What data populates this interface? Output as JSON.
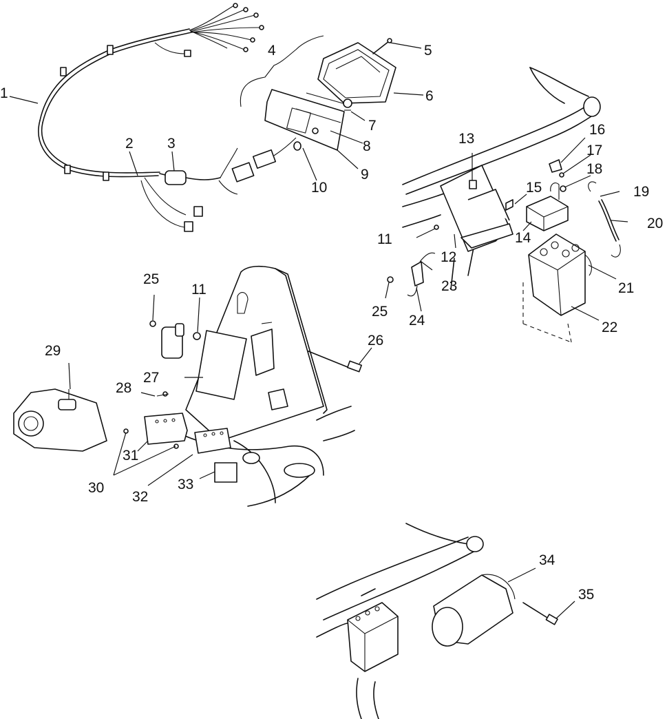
{
  "callouts": [
    {
      "id": "c1",
      "text": "1"
    },
    {
      "id": "c2",
      "text": "2"
    },
    {
      "id": "c3",
      "text": "3"
    },
    {
      "id": "c4",
      "text": "4"
    },
    {
      "id": "c5",
      "text": "5"
    },
    {
      "id": "c6",
      "text": "6"
    },
    {
      "id": "c7",
      "text": "7"
    },
    {
      "id": "c8",
      "text": "8"
    },
    {
      "id": "c9",
      "text": "9"
    },
    {
      "id": "c10",
      "text": "10"
    },
    {
      "id": "c11a",
      "text": "11"
    },
    {
      "id": "c12",
      "text": "12"
    },
    {
      "id": "c13",
      "text": "13"
    },
    {
      "id": "c14",
      "text": "14"
    },
    {
      "id": "c15",
      "text": "15"
    },
    {
      "id": "c16",
      "text": "16"
    },
    {
      "id": "c17",
      "text": "17"
    },
    {
      "id": "c18",
      "text": "18"
    },
    {
      "id": "c19",
      "text": "19"
    },
    {
      "id": "c20",
      "text": "20"
    },
    {
      "id": "c21",
      "text": "21"
    },
    {
      "id": "c22",
      "text": "22"
    },
    {
      "id": "c23",
      "text": "23"
    },
    {
      "id": "c24",
      "text": "24"
    },
    {
      "id": "c25a",
      "text": "25"
    },
    {
      "id": "c25b",
      "text": "25"
    },
    {
      "id": "c11b",
      "text": "11"
    },
    {
      "id": "c26",
      "text": "26"
    },
    {
      "id": "c27",
      "text": "27"
    },
    {
      "id": "c28",
      "text": "28"
    },
    {
      "id": "c29",
      "text": "29"
    },
    {
      "id": "c30",
      "text": "30"
    },
    {
      "id": "c31",
      "text": "31"
    },
    {
      "id": "c32",
      "text": "32"
    },
    {
      "id": "c33",
      "text": "33"
    },
    {
      "id": "c34",
      "text": "34"
    },
    {
      "id": "c35",
      "text": "35"
    }
  ]
}
